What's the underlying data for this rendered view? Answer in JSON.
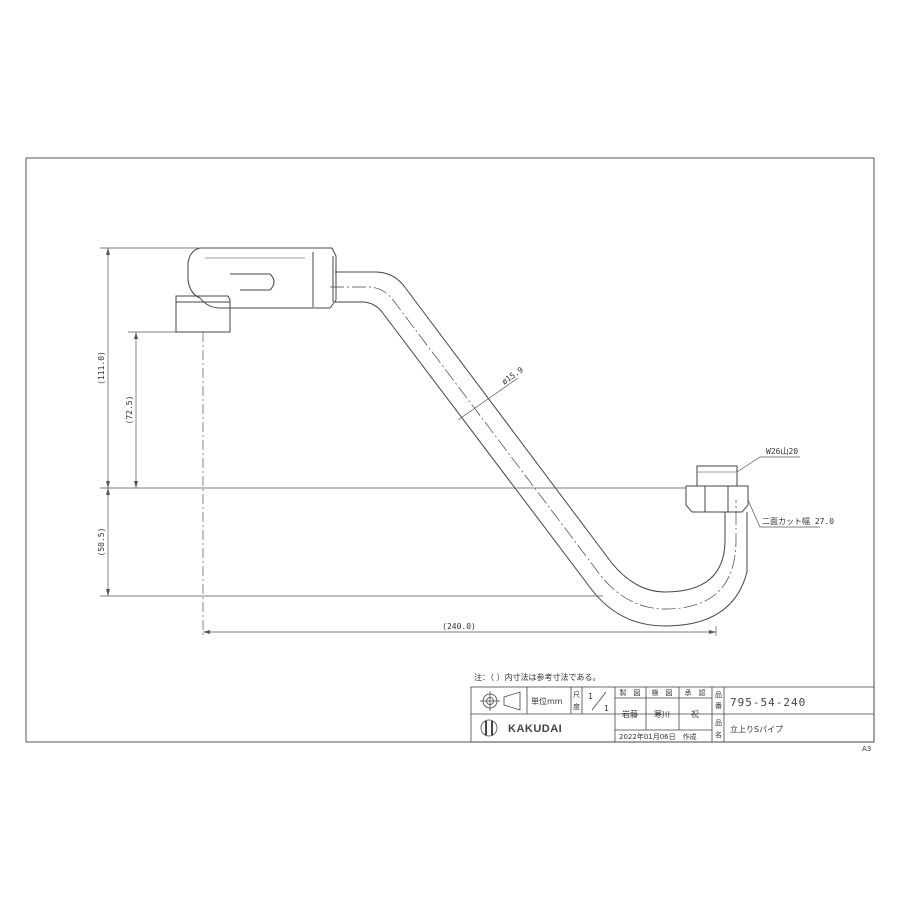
{
  "dimensions": {
    "height_total": "(111.0)",
    "height_outlet": "(72.5)",
    "height_lower": "(50.5)",
    "width_total": "(240.0)",
    "pipe_diameter": "ø15.9",
    "thread": "W26山20",
    "flat_cut": "二面カット幅 27.0"
  },
  "note": "注：（ ）内寸法は参考寸法である。",
  "title_block": {
    "unit_label": "単位mm",
    "scale_label_top": "尺",
    "scale_label_bottom": "度",
    "scale_num": "1",
    "scale_den": "1",
    "role_drawn": "製　図",
    "role_checked": "検　図",
    "role_approved": "承　認",
    "name_drawn": "岩藤",
    "name_checked": "寒川",
    "name_approved": "祝",
    "brand": "KAKUDAI",
    "date": "2022年01月06日　作成",
    "label_number_1": "品",
    "label_number_2": "番",
    "label_name_1": "品",
    "label_name_2": "名",
    "product_number": "795-54-240",
    "product_name": "立上りSパイプ"
  },
  "sheet_size": "A3"
}
